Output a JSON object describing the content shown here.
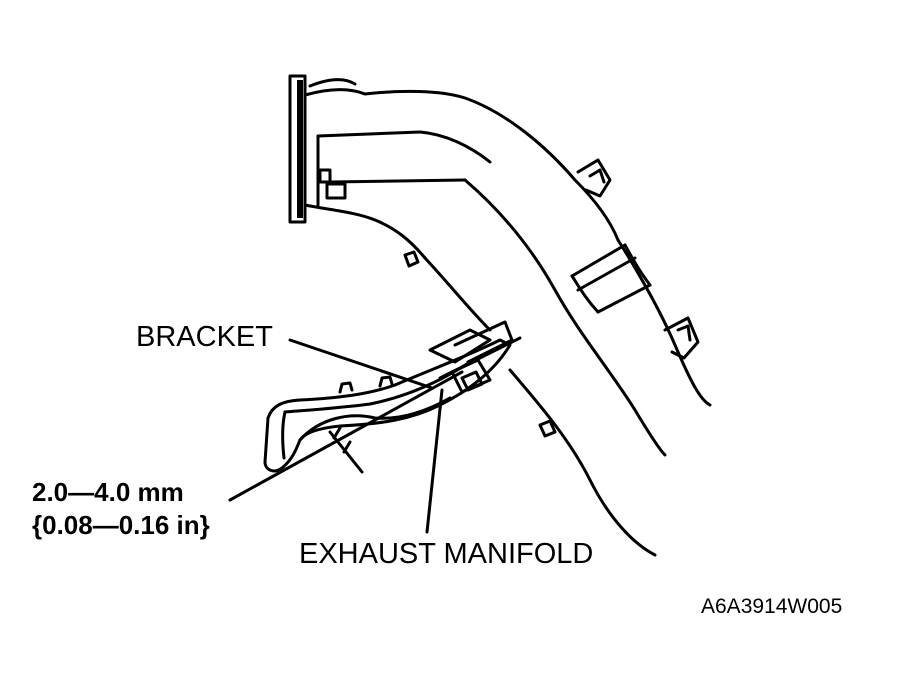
{
  "labels": {
    "bracket": "BRACKET",
    "clearance_mm": "2.0—4.0 mm",
    "clearance_in": "{0.08—0.16 in}",
    "exhaust_manifold": "EXHAUST MANIFOLD",
    "figure_id": "A6A3914W005"
  }
}
